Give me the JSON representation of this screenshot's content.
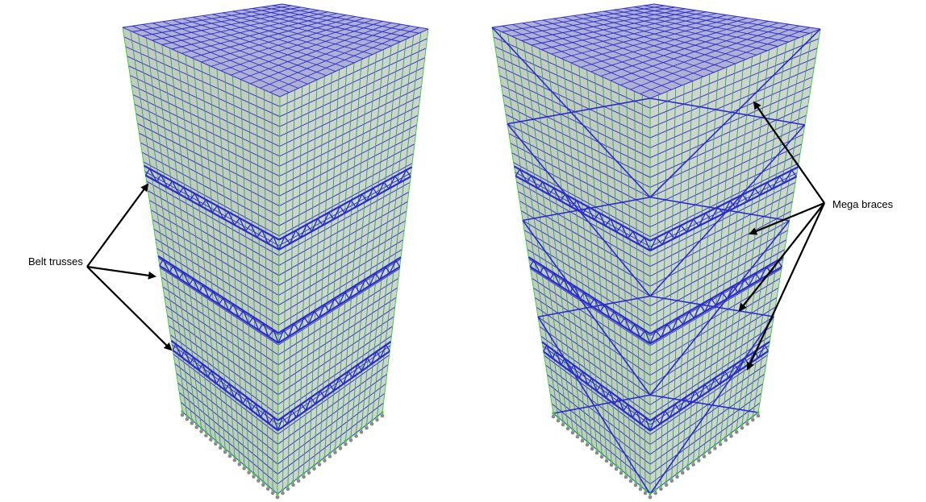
{
  "labels": {
    "belt_trusses": "Belt trusses",
    "mega_braces": "Mega braces"
  },
  "colors": {
    "background": "#ffffff",
    "frame_blue": "#2a2ad0",
    "column_green": "#33cc33",
    "floor_fill": "#b9c2b9",
    "support_grey": "#8a8a8a",
    "arrow": "#000000"
  },
  "models": [
    {
      "id": "belt-truss-tower",
      "floors": 40,
      "belt_truss_levels": 3,
      "mega_braces": false
    },
    {
      "id": "mega-brace-tower",
      "floors": 40,
      "belt_truss_levels": 3,
      "mega_braces": true
    }
  ]
}
